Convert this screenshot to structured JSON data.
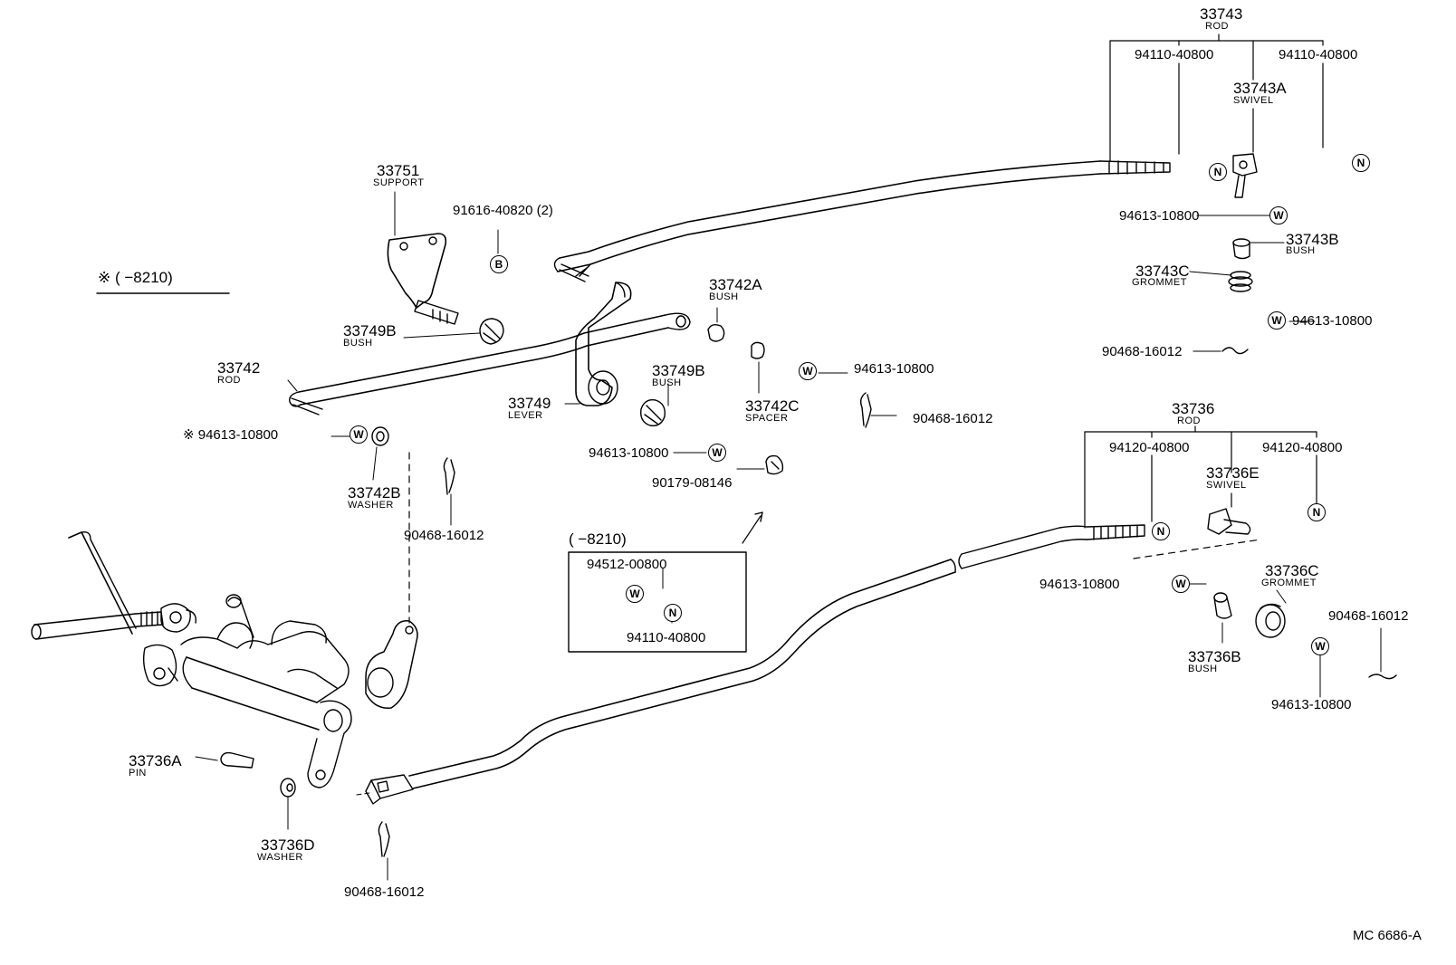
{
  "labels": {
    "p33743": "33743",
    "p33743_name": "ROD",
    "p94110_a": "94110-40800",
    "p94110_b": "94110-40800",
    "p33743A": "33743A",
    "p33743A_name": "SWIVEL",
    "p94613_a": "94613-10800",
    "p33743B": "33743B",
    "p33743B_name": "BUSH",
    "p33743C": "33743C",
    "p33743C_name": "GROMMET",
    "p94613_b": "94613-10800",
    "p90468_a": "90468-16012",
    "p33751": "33751",
    "p33751_name": "SUPPORT",
    "p91616": "91616-40820 (2)",
    "note_mark": "※ (       −8210)",
    "p33749B_a": "33749B",
    "p33749B_a_name": "BUSH",
    "p33742A": "33742A",
    "p33742A_name": "BUSH",
    "p33742": "33742",
    "p33742_name": "ROD",
    "p33749": "33749",
    "p33749_name": "LEVER",
    "p33749B_b": "33749B",
    "p33749B_b_name": "BUSH",
    "p94613_c": "94613-10800",
    "p33742C": "33742C",
    "p33742C_name": "SPACER",
    "p90468_b": "90468-16012",
    "p94613_d": "※ 94613-10800",
    "p33742B": "33742B",
    "p33742B_name": "WASHER",
    "p90468_c": "90468-16012",
    "p94613_e": "94613-10800",
    "p90179": "90179-08146",
    "box_title": "(       −8210)",
    "box_p94512": "94512-00800",
    "box_p94110": "94110-40800",
    "p33736": "33736",
    "p33736_name": "ROD",
    "p94120_a": "94120-40800",
    "p94120_b": "94120-40800",
    "p33736E": "33736E",
    "p33736E_name": "SWIVEL",
    "p94613_f": "94613-10800",
    "p33736C": "33736C",
    "p33736C_name": "GROMMET",
    "p90468_d": "90468-16012",
    "p33736B": "33736B",
    "p33736B_name": "BUSH",
    "p94613_g": "94613-10800",
    "p33736A": "33736A",
    "p33736A_name": "PIN",
    "p33736D": "33736D",
    "p33736D_name": "WASHER",
    "p90468_e": "90468-16012",
    "ref": "MC  6686-A"
  },
  "symbols": {
    "nut": "N",
    "washer": "W",
    "bolt": "B"
  }
}
